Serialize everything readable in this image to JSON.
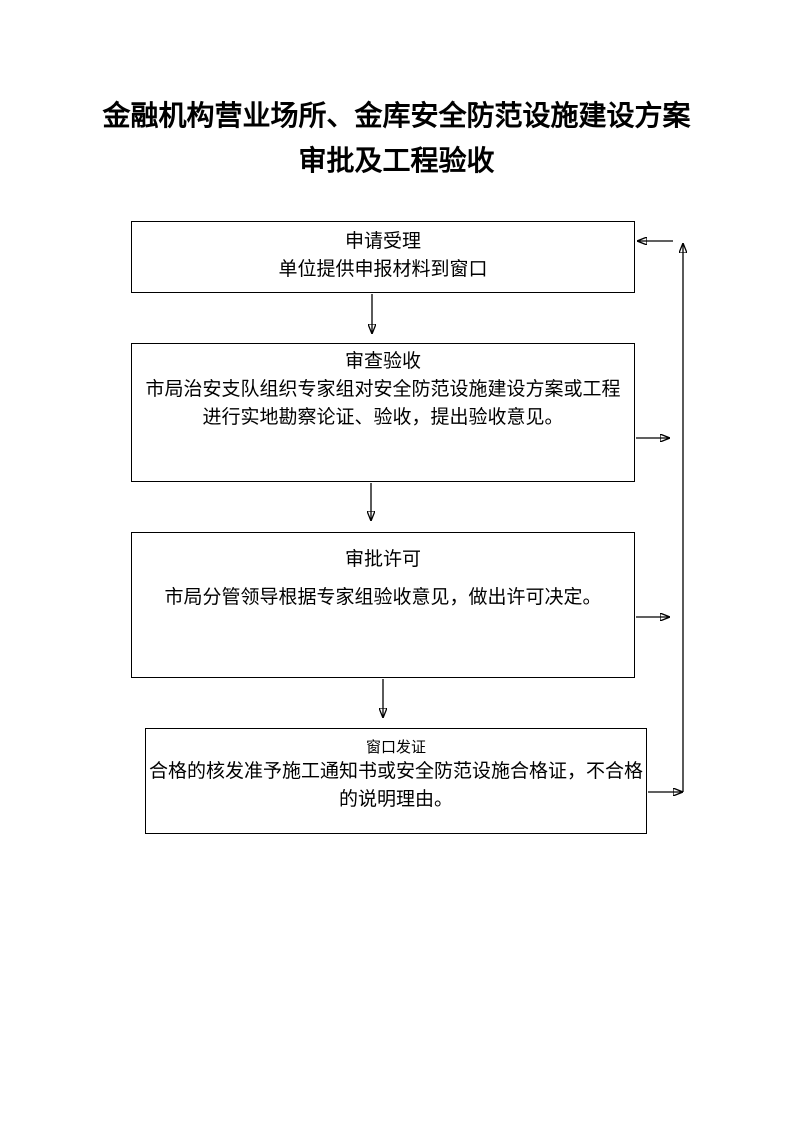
{
  "document": {
    "title_line1": "金融机构营业场所、金库安全防范设施建设方案",
    "title_line2": "审批及工程验收"
  },
  "flowchart": {
    "steps": [
      {
        "title": "申请受理",
        "body": "单位提供申报材料到窗口"
      },
      {
        "title": "审查验收",
        "body": "市局治安支队组织专家组对安全防范设施建设方案或工程\n进行实地勘察论证、验收，提出验收意见。"
      },
      {
        "title": "审批许可",
        "body": "市局分管领导根据专家组验收意见，做出许可决定。"
      },
      {
        "title": "窗口发证",
        "body": "合格的核发准予施工通知书或安全防范设施合格证，不合格\n的说明理由。"
      }
    ],
    "flow_description": "step1 → step2 → step3 → step4; feedback arrows from step2, step3 and step4 lead to a right-side rail pointing up and back into step1"
  },
  "colors": {
    "text": "#000000",
    "line": "#000000",
    "background": "#ffffff"
  }
}
